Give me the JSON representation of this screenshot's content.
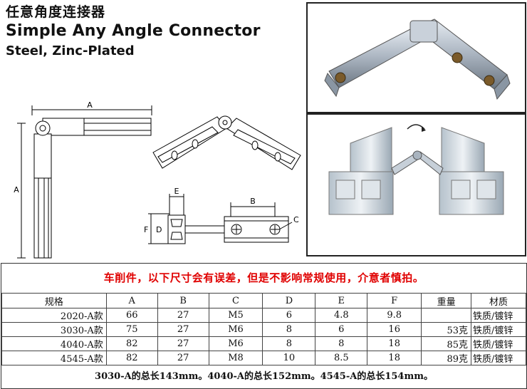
{
  "header": {
    "title_cn": "任意角度连接器",
    "title_en": "Simple Any Angle Connector",
    "material_en": "Steel, Zinc-Plated"
  },
  "drawing": {
    "label_a_top": "A",
    "label_a_side": "A",
    "label_b": "B",
    "label_c": "C",
    "label_d": "D",
    "label_e": "E",
    "label_f": "F"
  },
  "notice": "车削件，以下尺寸会有误差，但是不影响常规使用，介意者慎拍。",
  "table": {
    "headers": [
      "规格",
      "A",
      "B",
      "C",
      "D",
      "E",
      "F",
      "重量",
      "材质"
    ],
    "rows": [
      [
        "2020-A款",
        "66",
        "27",
        "M5",
        "6",
        "4.8",
        "9.8",
        "",
        "铁质/镀锌"
      ],
      [
        "3030-A款",
        "75",
        "27",
        "M6",
        "8",
        "6",
        "16",
        "53克",
        "铁质/镀锌"
      ],
      [
        "4040-A款",
        "82",
        "27",
        "M6",
        "8",
        "8",
        "18",
        "85克",
        "铁质/镀锌"
      ],
      [
        "4545-A款",
        "82",
        "27",
        "M8",
        "10",
        "8.5",
        "18",
        "89克",
        "铁质/镀锌"
      ]
    ]
  },
  "total_note": "3030-A的总长143mm。4040-A的总长152mm。4545-A的总长154mm。"
}
